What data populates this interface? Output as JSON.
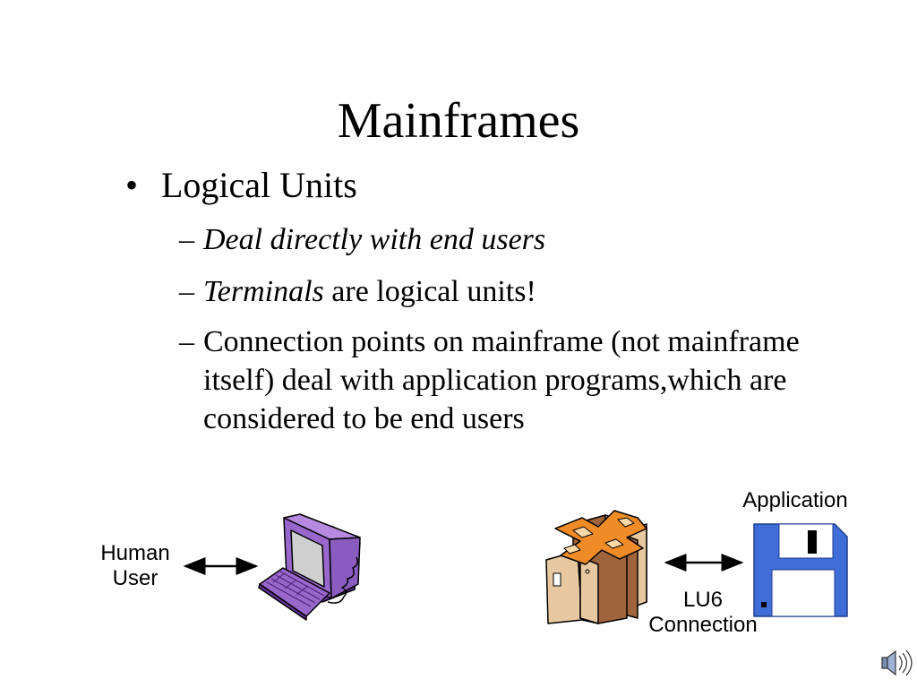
{
  "slide": {
    "title": "Mainframes",
    "bullet": {
      "marker": "•",
      "text": "Logical Units"
    },
    "subbullets": [
      {
        "dash": "–",
        "italic_text": "Deal directly with end users",
        "text": ""
      },
      {
        "dash": "–",
        "italic_text": "Terminals",
        "text": " are logical units!"
      },
      {
        "dash": "–",
        "italic_text": "",
        "text": "Connection points on mainframe (not mainframe itself) deal with application programs,which are considered to be end users"
      }
    ]
  },
  "diagram": {
    "human_user_label": "Human User",
    "application_label": "Application",
    "connection_label": "LU6 Connection"
  },
  "icons": [
    "computer-terminal-icon",
    "mainframe-cluster-icon",
    "floppy-disk-icon",
    "double-arrow-icon",
    "speaker-icon"
  ],
  "colors": {
    "monitor": "#9966cc",
    "monitor_dark": "#663399",
    "mainframe_tan": "#e8c8a0",
    "mainframe_brown": "#a0643c",
    "mainframe_orange": "#f08c28",
    "floppy_blue": "#3f6ed8"
  }
}
